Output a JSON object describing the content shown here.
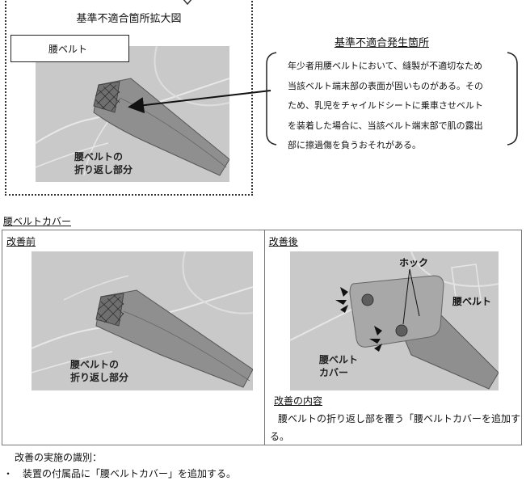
{
  "enlarge_title": "基準不適合箇所拡大図",
  "top_label": "腰ベルト",
  "top_photo_label_line1": "腰ベルトの",
  "top_photo_label_line2": "折り返し部分",
  "section_title": "基準不適合発生箇所",
  "description": [
    "年少者用腰ベルトにおいて、縫製が不適切なため",
    "当該ベルト端末部の表面が固いものがある。その",
    "ため、乳児をチャイルドシートに乗車させベルト",
    "を装着した場合に、当該ベルト端末部で肌の露出",
    "部に擦過傷を負うおそれがある。"
  ],
  "cover_heading": "腰ベルトカバー",
  "before": {
    "header": "改善前",
    "label_line1": "腰ベルトの",
    "label_line2": "折り返し部分"
  },
  "after": {
    "header": "改善後",
    "hook_label": "ホック",
    "belt_label": "腰ベルト",
    "cover_label_line1": "腰ベルト",
    "cover_label_line2": "カバー",
    "content_title": "改善の内容",
    "content_body": "腰ベルトの折り返し部を覆う「腰ベルトカバーを追加する。"
  },
  "implementation": {
    "title": "改善の実施の識別：",
    "item": "・　装置の付属品に「腰ベルトカバー」を追加する。"
  },
  "colors": {
    "photo_bg": "#c9c9c9",
    "belt": "#8f8f8f",
    "cover": "#a8a8a8"
  }
}
